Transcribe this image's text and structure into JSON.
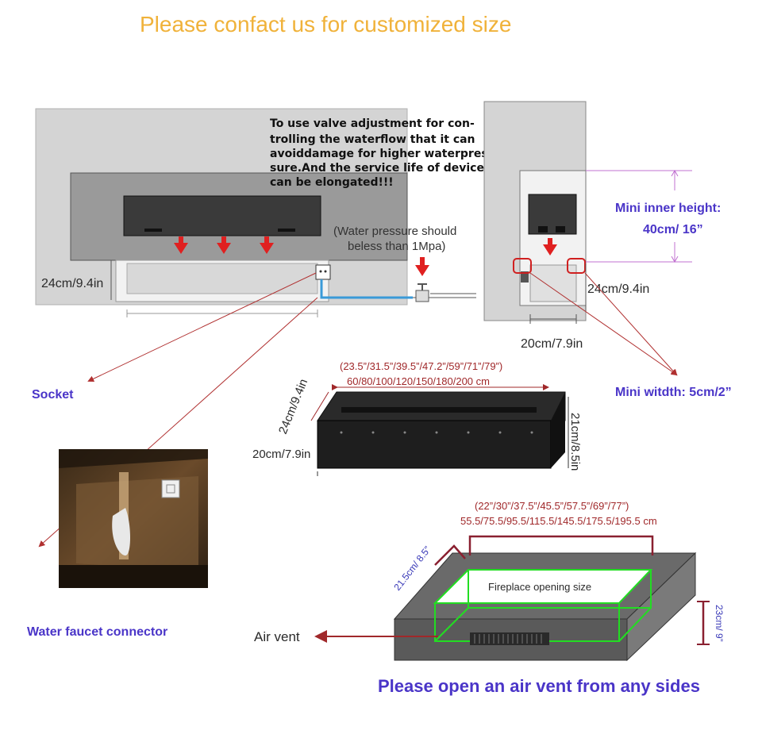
{
  "title": "Please confact us for customized size",
  "note": {
    "lines": [
      "To use valve adjustment for con-",
      "trolling the waterflow that it can",
      "avoiddamage for higher waterpres-",
      "sure.And the service life of device",
      "can be elongated!!!"
    ]
  },
  "pressure": {
    "lines": [
      "(Water pressure should",
      "beless than 1Mpa)"
    ]
  },
  "left_diagram": {
    "height_label": "24cm/9.4in"
  },
  "right_diagram": {
    "height_label": "24cm/9.4in",
    "width_label": "20cm/7.9in",
    "inner_height_line1": "Mini inner height:",
    "inner_height_line2": "40cm/ 16”",
    "width_mini": "Mini witdth: 5cm/2”"
  },
  "burner": {
    "sizes_in": "(23.5”/31.5”/39.5”/47.2”/59”/71”/79”)",
    "sizes_cm": "60/80/100/120/150/180/200 cm",
    "depth_label": "24cm/9.4in",
    "height_label": "21cm/8.5in",
    "front_label": "20cm/7.9in"
  },
  "labels": {
    "socket": "Socket",
    "faucet": "Water faucet connector",
    "air_vent": "Air vent",
    "air_vent_note": "Please open an air vent from any sides"
  },
  "box": {
    "sizes_in": "(22”/30”/37.5”/45.5”/57.5”/69”/77”)",
    "sizes_cm": "55.5/75.5/95.5/115.5/145.5/175.5/195.5 cm",
    "depth_label": "21.5cm/ 8.5”",
    "height_label": "23cm/ 9”",
    "opening_label": "Fireplace opening size"
  },
  "colors": {
    "title": "#f0b23a",
    "blue_text": "#4a35c8",
    "arrow_red": "#e02020",
    "leader": "#b03030",
    "green": "#22dd22"
  }
}
